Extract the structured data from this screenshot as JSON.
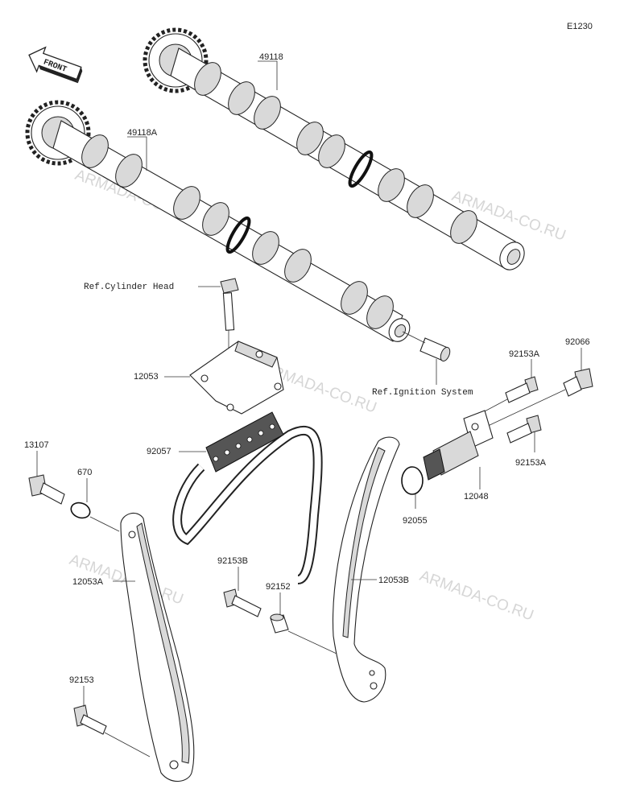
{
  "figure_code": "E1230",
  "front_label": "FRONT",
  "watermarks": [
    "ARMADA-CO.RU",
    "ARMADA-CO.RU",
    "ARMADA-CO.RU",
    "ARMADA-CO.RU",
    "ARMADA-CO.RU"
  ],
  "labels": {
    "p49118": "49118",
    "p49118A": "49118A",
    "ref_cylinder_head": "Ref.Cylinder Head",
    "p12053": "12053",
    "ref_ignition_system": "Ref.Ignition System",
    "p92153A_top": "92153A",
    "p92066": "92066",
    "p92153A_bottom": "92153A",
    "p12048": "12048",
    "p92055": "92055",
    "p92057": "92057",
    "p13107": "13107",
    "p670": "670",
    "p12053A": "12053A",
    "p92153B": "92153B",
    "p92152": "92152",
    "p12053B": "12053B",
    "p92153": "92153"
  }
}
